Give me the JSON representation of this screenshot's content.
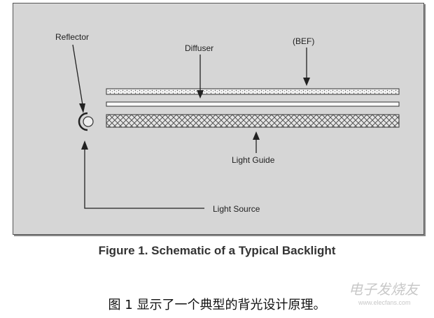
{
  "diagram": {
    "labels": {
      "reflector": "Reflector",
      "diffuser": "Diffuser",
      "bef": "(BEF)",
      "light_guide": "Light Guide",
      "light_source": "Light Source"
    }
  },
  "caption": "Figure 1. Schematic of a Typical Backlight",
  "description_cn": "图 1 显示了一个典型的背光设计原理。",
  "watermark": {
    "text": "电子发烧友",
    "url": "www.elecfans.com"
  },
  "colors": {
    "panel_bg": "#d6d6d6",
    "stroke": "#333333"
  }
}
